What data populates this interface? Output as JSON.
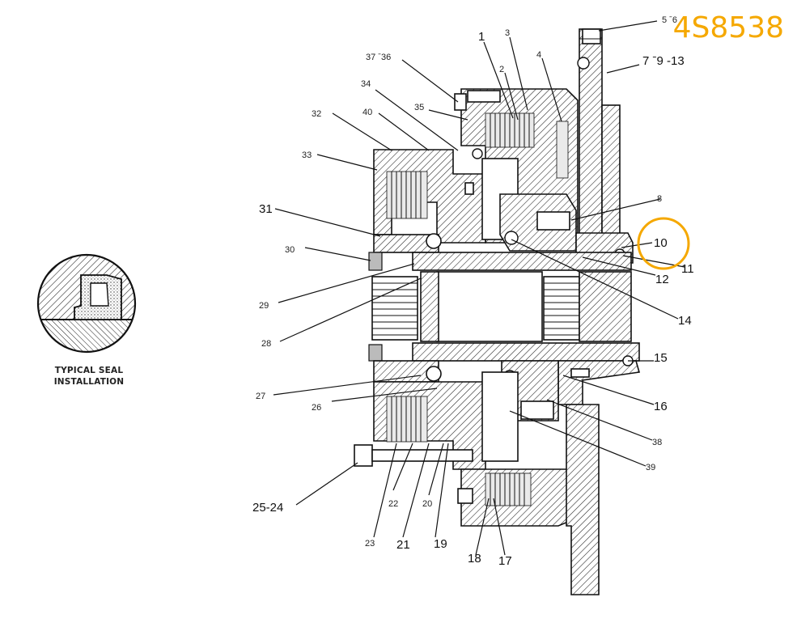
{
  "part_number": {
    "text": "4S8538",
    "color": "#F5A800"
  },
  "seal_caption": {
    "line1": "TYPICAL SEAL",
    "line2": "INSTALLATION"
  },
  "highlight": {
    "target_callout": "10",
    "color": "#F5A800"
  },
  "callouts": {
    "c5_6": "5 ˉ6",
    "c7_13": "7 ˉ9 -13",
    "c37_36": "37 ˉ36",
    "c3": "3",
    "c1": "1",
    "c2": "2",
    "c4": "4",
    "c34": "34",
    "c35": "35",
    "c32": "32",
    "c40": "40",
    "c33": "33",
    "c8": "8",
    "c31": "31",
    "c10": "10",
    "c11": "11",
    "c12": "12",
    "c30": "30",
    "c29": "29",
    "c14": "14",
    "c28": "28",
    "c15": "15",
    "c27": "27",
    "c16": "16",
    "c26": "26",
    "c38": "38",
    "c39": "39",
    "c25_24": "25-24",
    "c22": "22",
    "c20": "20",
    "c23": "23",
    "c21": "21",
    "c19": "19",
    "c18": "18",
    "c17": "17"
  }
}
